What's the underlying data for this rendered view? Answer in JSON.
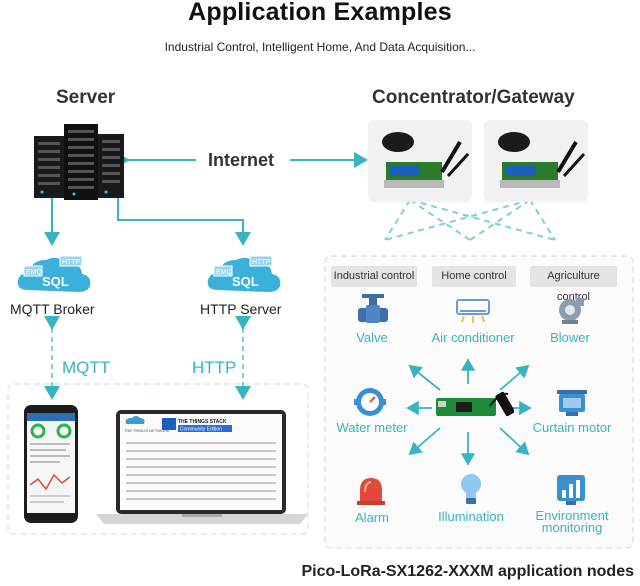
{
  "title": "Application Examples",
  "subtitle": "Industrial Control, Intelligent Home, And Data Acquisition...",
  "server_label": "Server",
  "gateway_label": "Concentrator/Gateway",
  "internet_label": "Internet",
  "mqtt_broker_label": "MQTT Broker",
  "http_server_label": "HTTP Server",
  "cloud_sql_text": "SQL",
  "cloud_emq_text": "EMQ",
  "cloud_http_text": "HTTP",
  "mqtt_label": "MQTT",
  "http_label": "HTTP",
  "tabs": [
    "Industrial control",
    "Home control",
    "Agriculture control"
  ],
  "nodes": {
    "valve": "Valve",
    "air_conditioner": "Air conditioner",
    "blower": "Blower",
    "water_meter": "Water meter",
    "curtain_motor": "Curtain motor",
    "alarm": "Alarm",
    "illumination": "Illumination",
    "environment_line1": "Environment",
    "environment_line2": "monitoring"
  },
  "laptop_brand_line1": "THE THINGS STACK",
  "laptop_brand_line2": "Community Edition",
  "laptop_logo_text": "THE THINGS NETWORK",
  "footer": "Pico-LoRa-SX1262-XXXM application nodes",
  "colors": {
    "teal": "#38b3c1",
    "dashed": "#7fd1cf",
    "tab_bg": "#e4e4e4"
  }
}
